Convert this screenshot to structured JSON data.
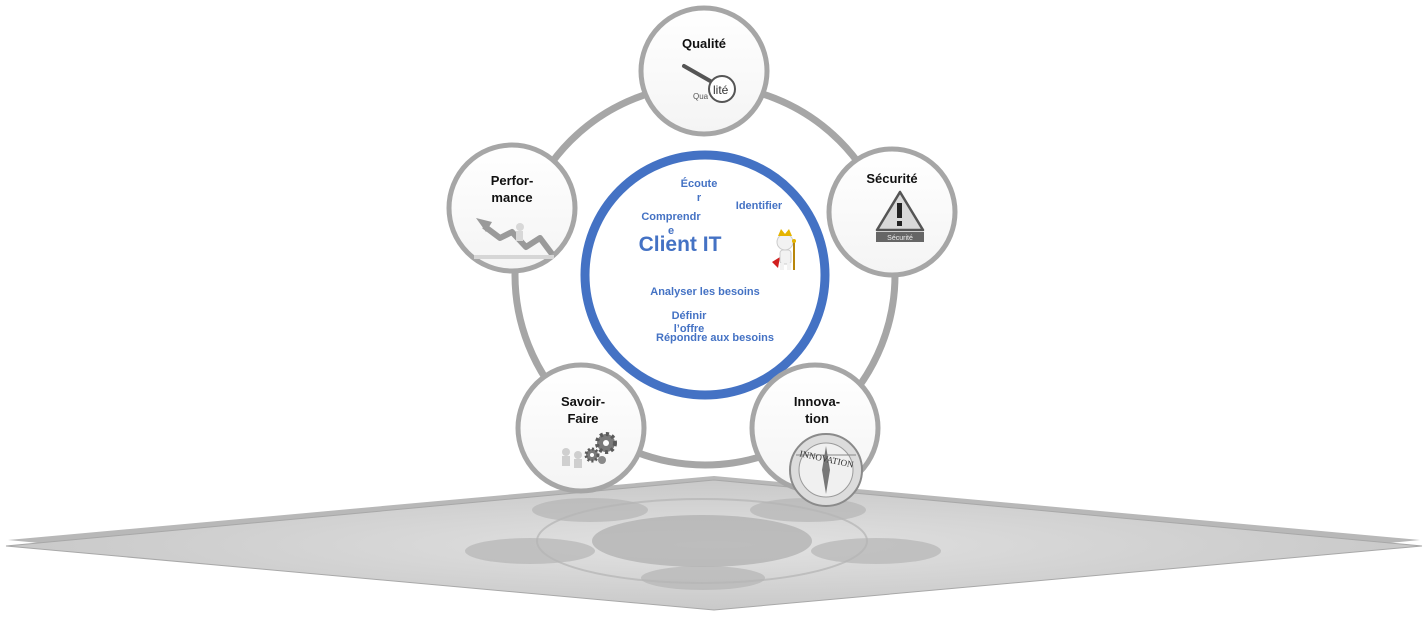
{
  "center": {
    "title": "Client IT",
    "items": {
      "ecouter": "Écoute\nr",
      "comprendre": "Comprendr\ne",
      "identifier": "Identifier",
      "analyser": "Analyser les besoins",
      "definir": "Définir\nl’offre",
      "repondre": "Répondre aux besoins"
    }
  },
  "nodes": {
    "qualite": {
      "label": "Qualité",
      "icon": "magnifier-icon",
      "icon_text_1": "Qua",
      "icon_text_2": "lité"
    },
    "securite": {
      "label": "Sécurité",
      "icon": "warning-sign-icon",
      "icon_text": "Sécurité"
    },
    "innovation": {
      "label": "Innova-\ntion",
      "icon": "compass-icon",
      "icon_text": "INNOVATION"
    },
    "savoir_faire": {
      "label": "Savoir-\nFaire",
      "icon": "gears-icon"
    },
    "performance": {
      "label": "Perfor-\nmance",
      "icon": "graph-arrow-icon"
    }
  },
  "colors": {
    "ring": "#a6a6a6",
    "center_ring": "#4472c4",
    "center_text": "#4472c4",
    "platform": "#c9c9c9"
  }
}
